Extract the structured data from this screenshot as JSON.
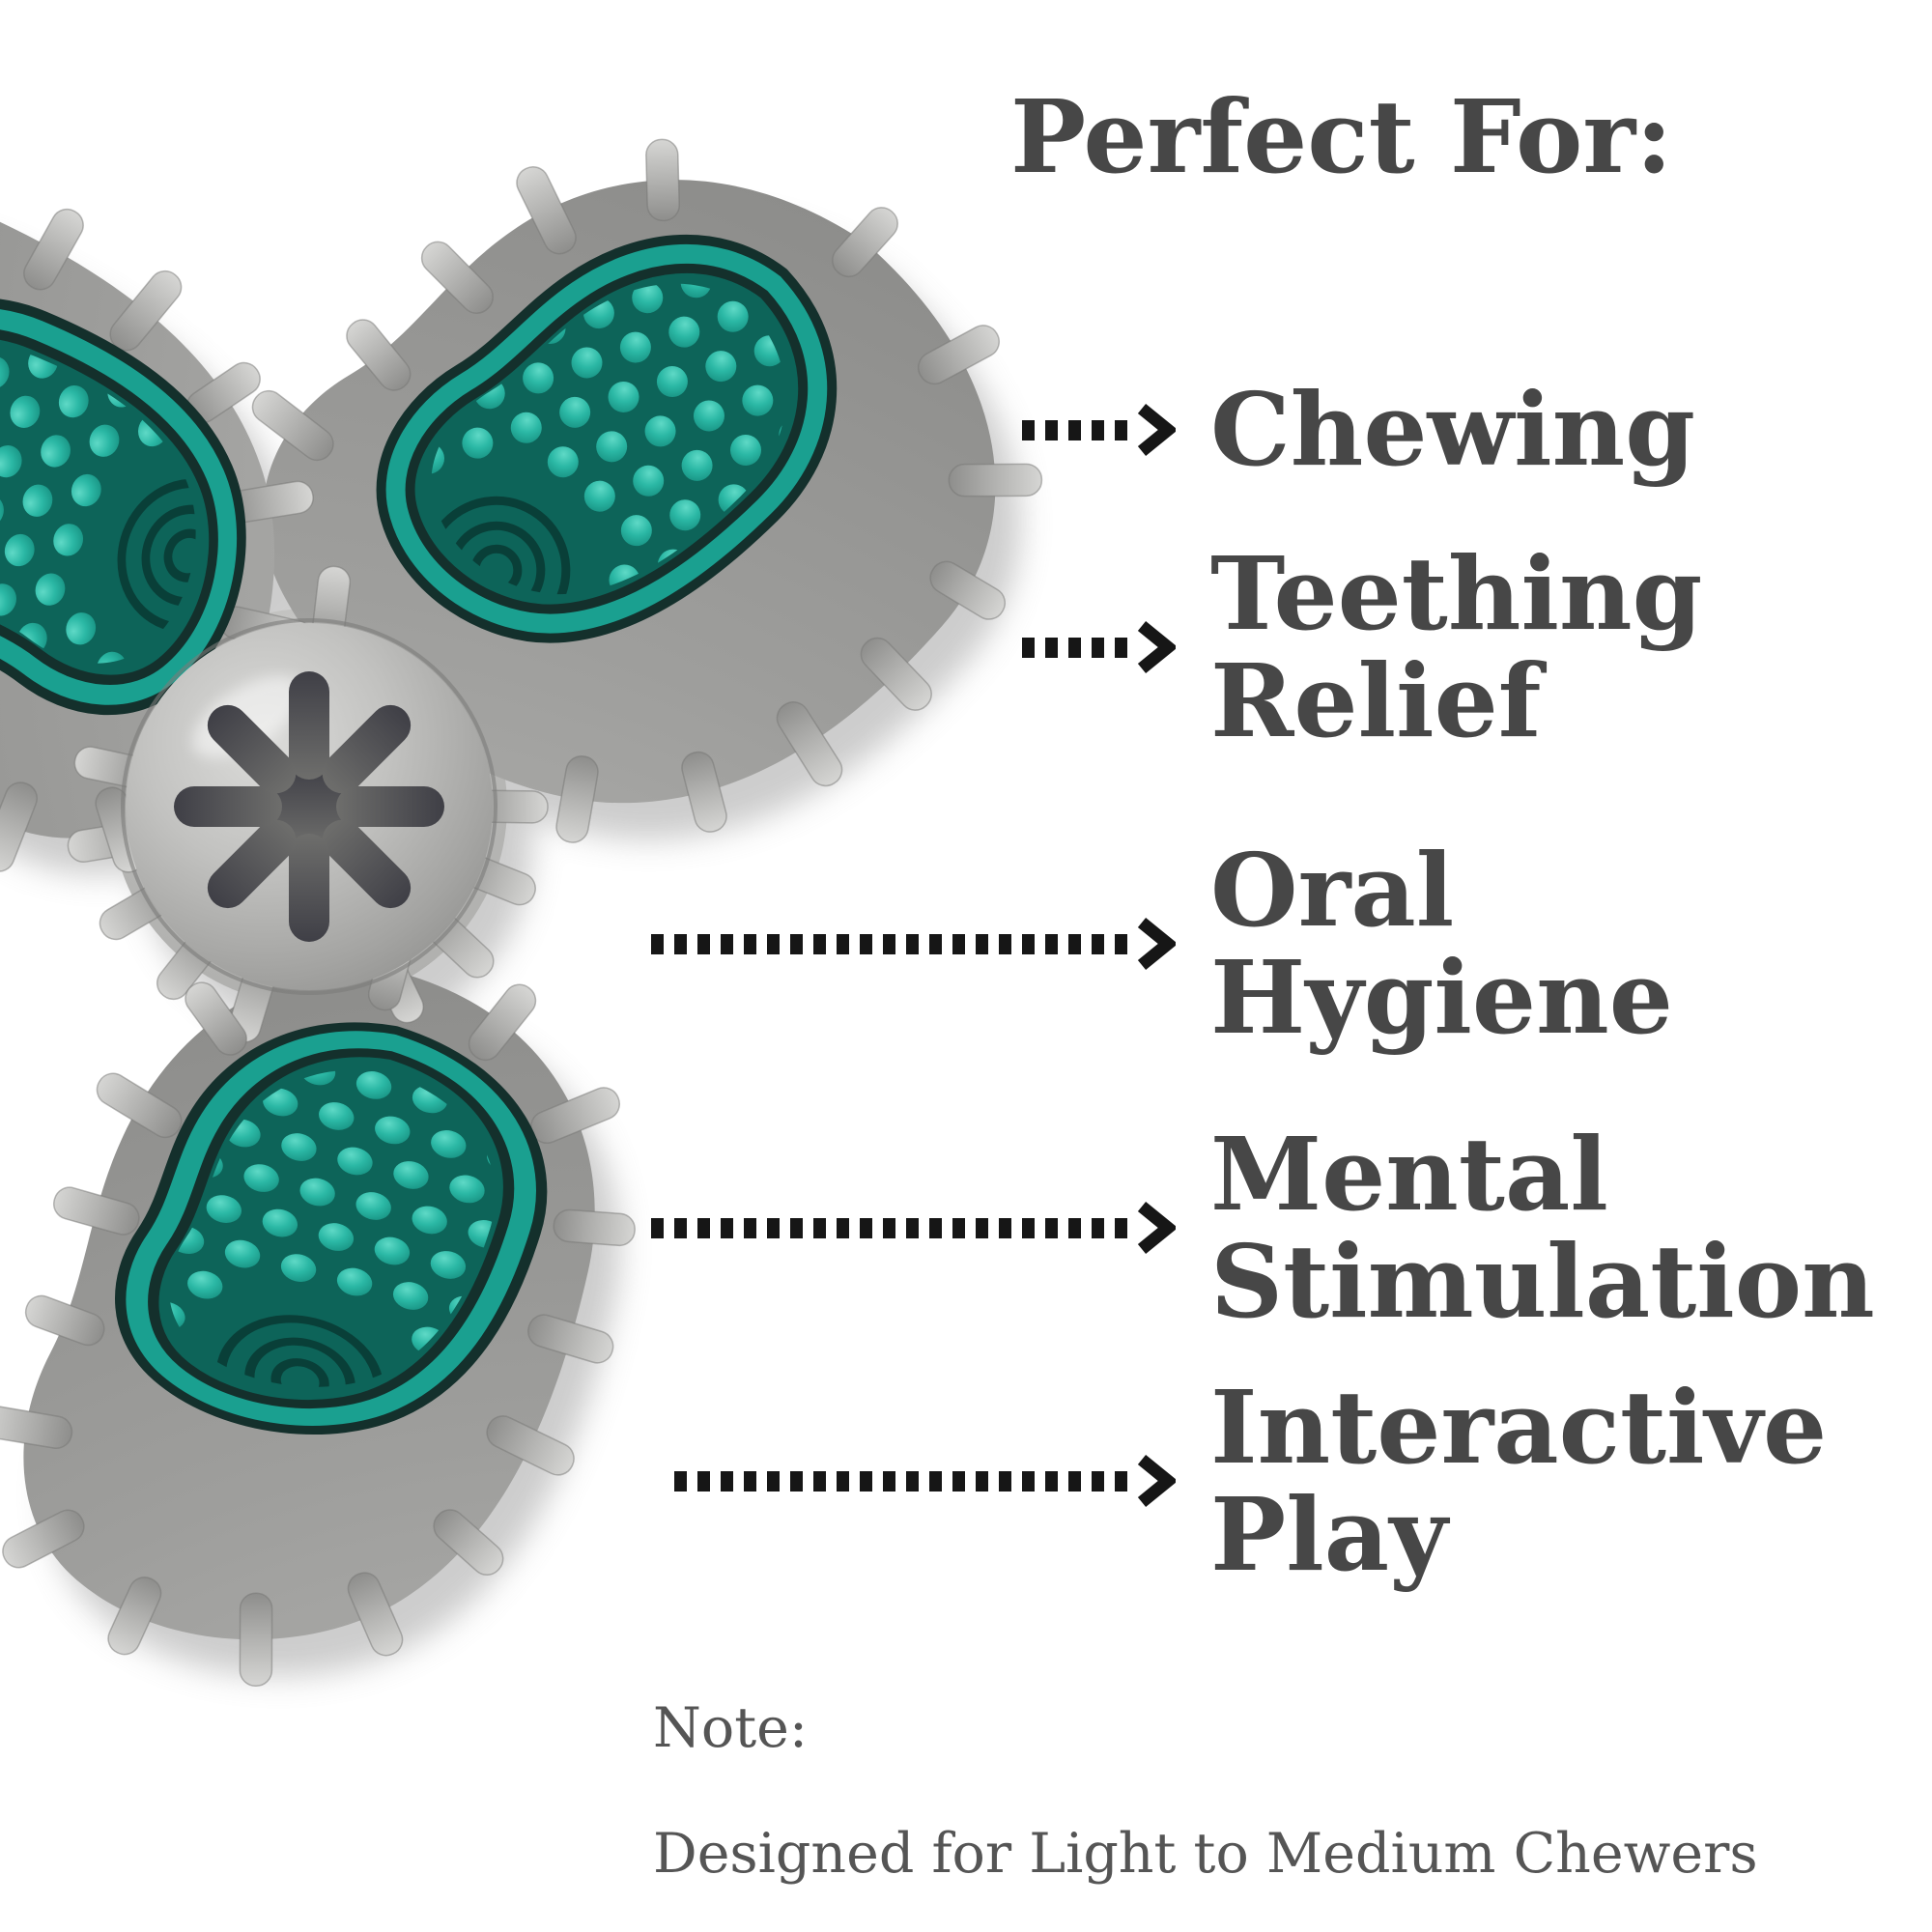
{
  "heading": {
    "text": "Perfect For:"
  },
  "features": [
    {
      "name": "Chewing",
      "lines": [
        "Chewing"
      ]
    },
    {
      "name": "Teething Relief",
      "lines": [
        "Teething",
        "Relief"
      ]
    },
    {
      "name": "Oral Hygiene",
      "lines": [
        "Oral",
        "Hygiene"
      ]
    },
    {
      "name": "Mental Stimulation",
      "lines": [
        "Mental",
        "Stimulation"
      ]
    },
    {
      "name": "Interactive Play",
      "lines": [
        "Interactive",
        "Play"
      ]
    }
  ],
  "note": {
    "title": "Note:",
    "body": "Designed for Light to Medium Chewers"
  },
  "colors": {
    "background": "#ffffff",
    "text": "#474747",
    "note_text": "#555555",
    "arrow": "#161616",
    "toy_body_gray": "#a8a8a6",
    "toy_bump_gray": "#c6c6c4",
    "pad_ring_teal": "#1aa090",
    "pad_dark_teal": "#0d6459",
    "nub_teal": "#2bb8a5",
    "dome_gray": "#c2c2c0",
    "cutout_dark": "#4a4a50"
  },
  "product_image": {
    "name": "dog-chew-spinner-toy",
    "description": "three-lobed gray rubber spinner chew toy with teal studded pads and asterisk-hole center dome"
  }
}
